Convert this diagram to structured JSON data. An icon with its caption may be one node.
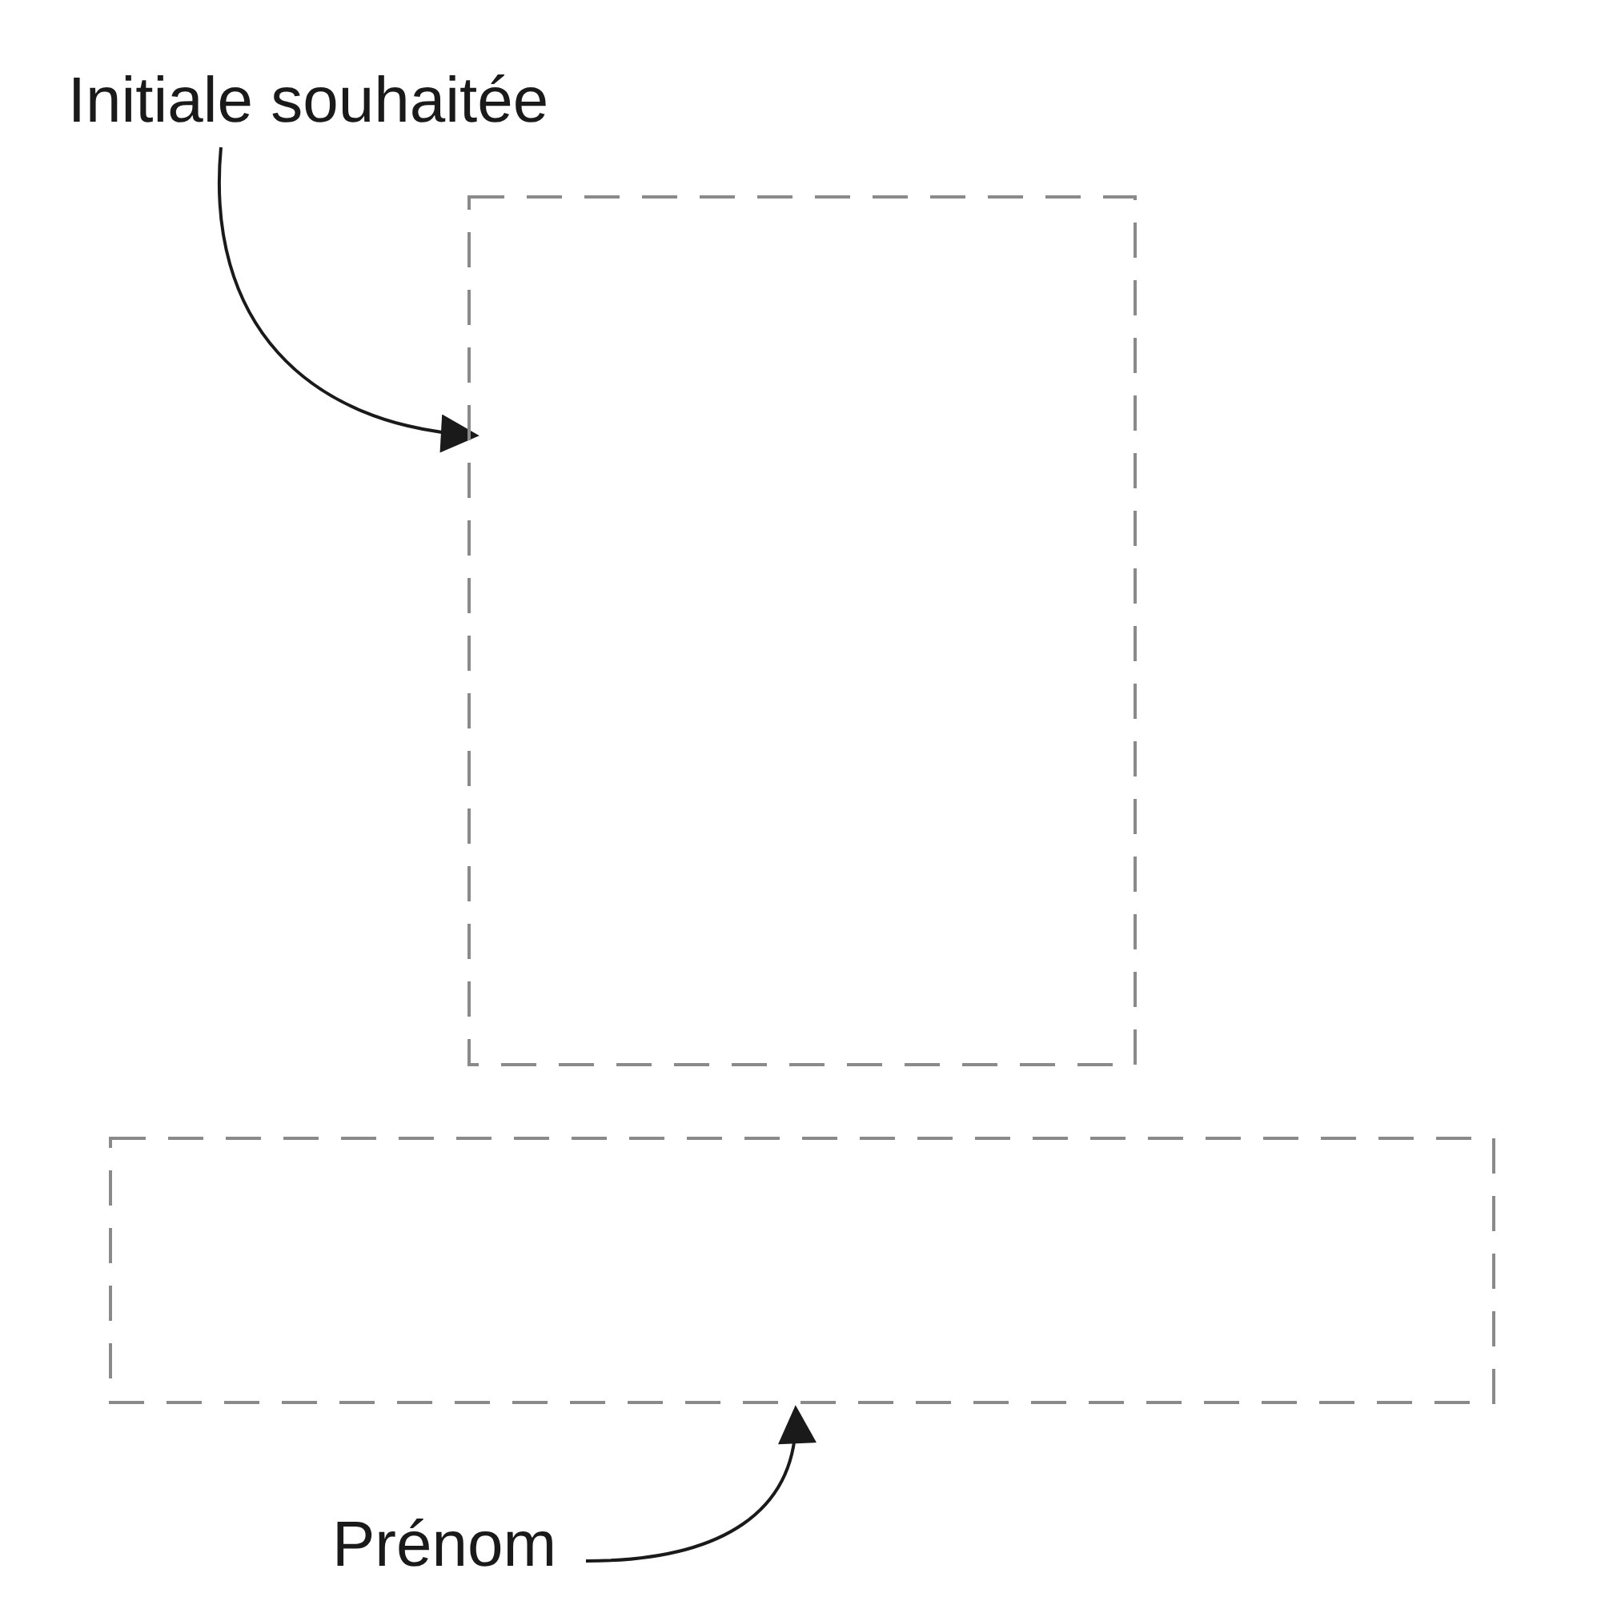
{
  "diagram": {
    "nodes": [
      {
        "text": [
          "Initiale souhaitée"
        ]
      },
      {
        "text": [],
        "shape": "box"
      },
      {
        "text": [],
        "shape": "box"
      },
      {
        "text": [
          "Prénom"
        ]
      }
    ],
    "edges": [
      {
        "from": 0,
        "to": 1,
        "arrow": "to"
      },
      {
        "from": 3,
        "to": 2,
        "arrow": "to"
      }
    ]
  }
}
